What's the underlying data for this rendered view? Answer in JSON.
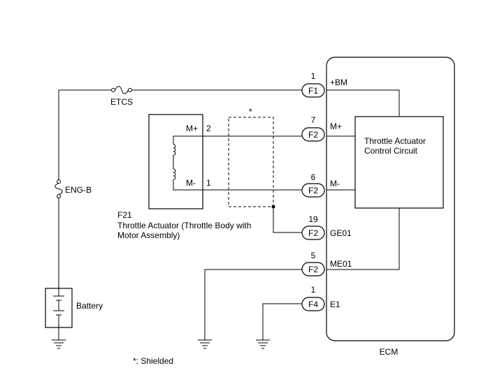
{
  "fuses": {
    "etcs": "ETCS",
    "eng_b": "ENG-B"
  },
  "battery": {
    "label": "Battery"
  },
  "actuator": {
    "id": "F21",
    "name_line1": "Throttle Actuator (Throttle Body with",
    "name_line2": "Motor Assembly)",
    "pin_mplus_label": "M+",
    "pin_mplus_num": "2",
    "pin_mminus_label": "M-",
    "pin_mminus_num": "1"
  },
  "shield": {
    "mark": "*"
  },
  "ecm": {
    "label": "ECM",
    "circuit_line1": "Throttle Actuator",
    "circuit_line2": "Control Circuit"
  },
  "connectors": [
    {
      "pin": "1",
      "conn": "F1",
      "signal": "+BM"
    },
    {
      "pin": "7",
      "conn": "F2",
      "signal": "M+"
    },
    {
      "pin": "6",
      "conn": "F2",
      "signal": "M-"
    },
    {
      "pin": "19",
      "conn": "F2",
      "signal": "GE01"
    },
    {
      "pin": "5",
      "conn": "F2",
      "signal": "ME01"
    },
    {
      "pin": "1",
      "conn": "F4",
      "signal": "E1"
    }
  ],
  "note": "*: Shielded"
}
